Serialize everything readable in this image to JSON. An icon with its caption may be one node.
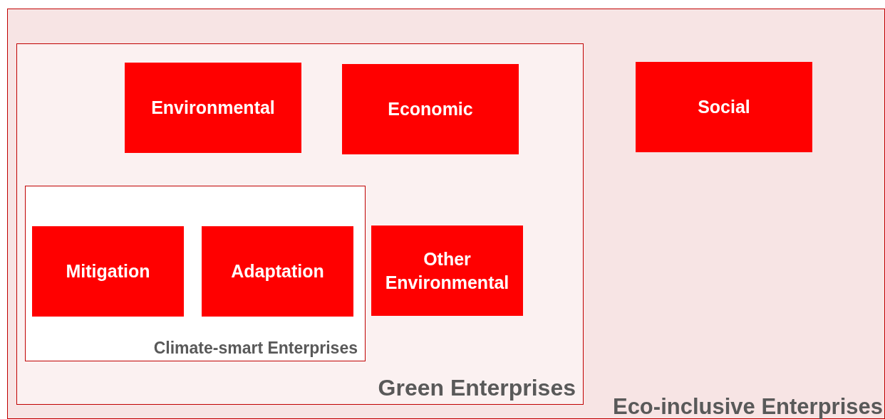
{
  "diagram": {
    "nodes": [
      {
        "text": [
          "Eco-inclusive Enterprises"
        ]
      },
      {
        "text": [
          "Green Enterprises"
        ],
        "in": 0
      },
      {
        "text": [
          "Environmental"
        ],
        "in": 1
      },
      {
        "text": [
          "Economic"
        ],
        "in": 1
      },
      {
        "text": [
          "Climate-smart Enterprises"
        ],
        "in": 1
      },
      {
        "text": [
          "Mitigation"
        ],
        "in": 4
      },
      {
        "text": [
          "Adaptation"
        ],
        "in": 4
      },
      {
        "text": [
          "Other Environmental"
        ],
        "in": 1
      },
      {
        "text": [
          "Social"
        ],
        "in": 0
      }
    ]
  }
}
